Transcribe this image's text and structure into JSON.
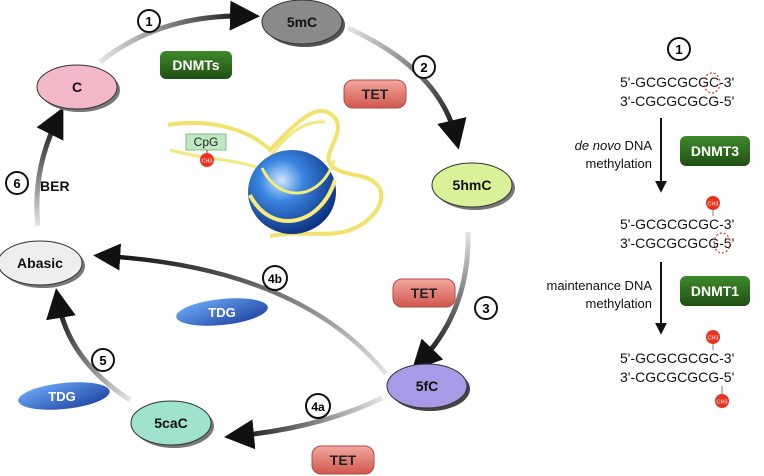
{
  "cycle": {
    "nodes": {
      "c": "C",
      "mc": "5mC",
      "hmc": "5hmC",
      "fc": "5fC",
      "cac": "5caC",
      "abasic": "Abasic"
    },
    "enzymes": {
      "dnmts": "DNMTs",
      "tet_1": "TET",
      "tet_2": "TET",
      "tet_3": "TET",
      "tdg_1": "TDG",
      "tdg_2": "TDG",
      "ber": "BER"
    },
    "steps": {
      "s1": "1",
      "s2": "2",
      "s3": "3",
      "s4a": "4a",
      "s4b": "4b",
      "s5": "5",
      "s6": "6"
    },
    "center": {
      "cpg": "CpG",
      "methyl": "CH3"
    }
  },
  "panel": {
    "step": "1",
    "seq1_top": "5'-GCGCGCGC-3'",
    "seq1_bottom": "3'-CGCGCGCG-5'",
    "de_novo_italic": "de novo",
    "de_novo_rest": " DNA",
    "de_novo_line2": "methylation",
    "dnmt3": "DNMT3",
    "seq2_top": "5'-GCGCGCGC-3'",
    "seq2_bottom": "3'-CGCGCGCG-5'",
    "maint_line1": "maintenance DNA",
    "maint_line2": "methylation",
    "dnmt1": "DNMT1",
    "seq3_top": "5'-GCGCGCGC-3'",
    "seq3_bottom": "3'-CGCGCGCG-5'",
    "methyl": "CH3"
  },
  "colors": {
    "c": "#f2b8c8",
    "mc": "#8a8a8a",
    "hmc": "#d8f29a",
    "fc": "#a89ae6",
    "cac": "#9fe3cf",
    "abasic": "#eeeeee",
    "dnmt": "#2f6a1f",
    "tet": "#e0776e",
    "tdg": "#2f6fc6",
    "methyl": "#e8341f"
  }
}
